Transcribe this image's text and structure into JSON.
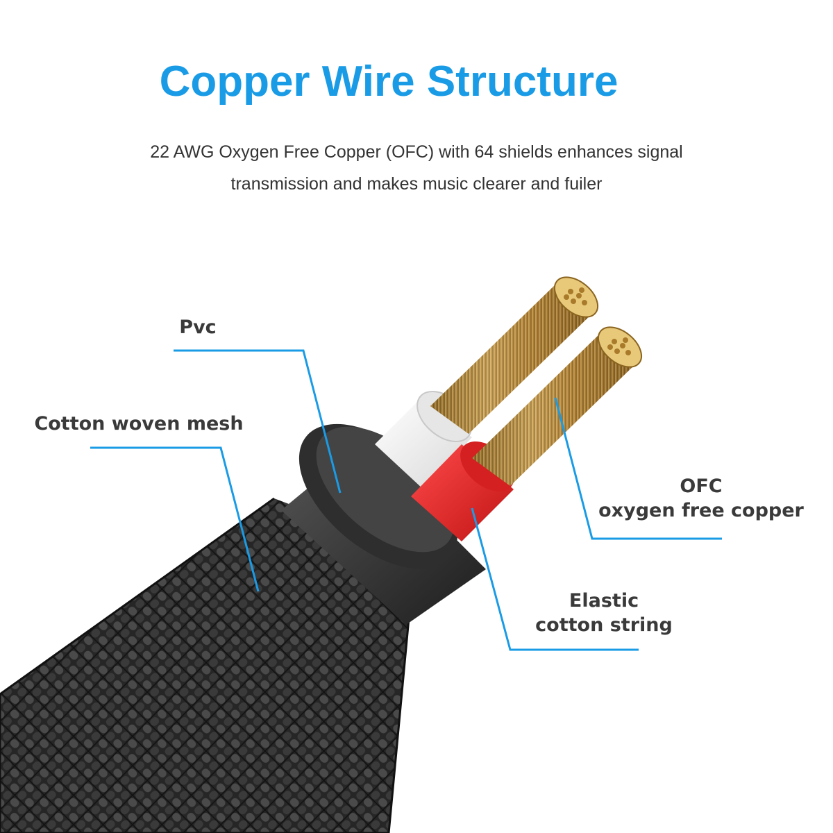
{
  "header": {
    "title": "Copper Wire Structure",
    "subtitle_line1": "22 AWG Oxygen Free Copper (OFC) with 64 shields enhances signal",
    "subtitle_line2": "transmission and makes music clearer and fuiler"
  },
  "labels": {
    "pvc": "Pvc",
    "mesh": "Cotton woven mesh",
    "ofc_line1": "OFC",
    "ofc_line2": "oxygen free copper",
    "elastic_line1": "Elastic",
    "elastic_line2": "cotton string"
  },
  "colors": {
    "accent": "#1a9be6",
    "leader_line": "#1a9be6",
    "braid": "#2a2a2a",
    "pvc_jacket": "#3d3d3d",
    "white_insulation": "#f2f2f2",
    "red_insulation": "#e82a2a",
    "copper": "#c9a15a"
  }
}
